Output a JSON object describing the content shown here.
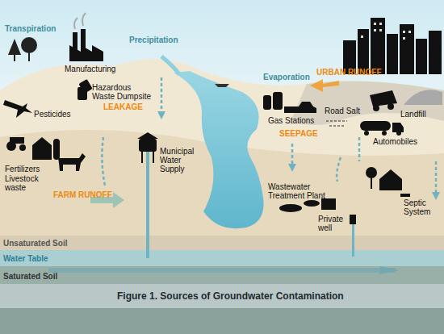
{
  "diagram": {
    "caption": "Figure 1. Sources of Groundwater Contamination",
    "labels": [
      "Transpiration",
      "Precipitation",
      "Evaporation",
      "Manufacturing",
      "Hazardous Waste Dumpsite",
      "LEAKAGE",
      "Pesticides",
      "URBAN RUNOFF",
      "Road Salt",
      "Landfill",
      "Gas Stations",
      "SEEPAGE",
      "Automobiles",
      "Fertilizers",
      "Livestock waste",
      "FARM RUNOFF",
      "Municipal Water Supply",
      "Wastewater Treatment Plant",
      "Septic System",
      "Private well",
      "Unsaturated Soil",
      "Water Table",
      "Saturated Soil"
    ]
  }
}
